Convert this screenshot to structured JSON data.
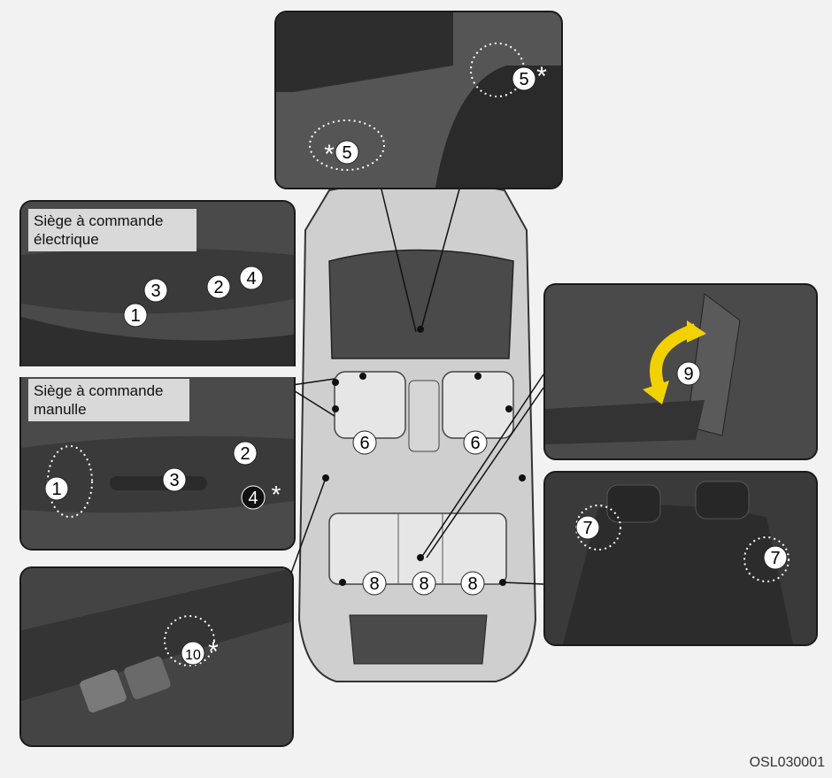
{
  "labels": {
    "power_seat": "Siège à commande électrique",
    "manual_seat": "Siège à commande manulle",
    "figure_code": "OSL030001"
  },
  "callouts": {
    "n1": "1",
    "n2": "2",
    "n3": "3",
    "n4": "4",
    "n5": "5",
    "n6": "6",
    "n7": "7",
    "n8": "8",
    "n9": "9",
    "n10": "10",
    "asterisk": "*"
  },
  "colors": {
    "panel_dark": "#3c3c3c",
    "car_body": "#cfcfcf",
    "arrow_yellow": "#f2d100",
    "label_bg": "#d9d9d9"
  },
  "icons": [
    "power-seat-switch-icon",
    "manual-seat-lever-icon",
    "seat-heater-switch-icon",
    "window-switch-icon",
    "armrest-icon",
    "headrest-icon"
  ]
}
